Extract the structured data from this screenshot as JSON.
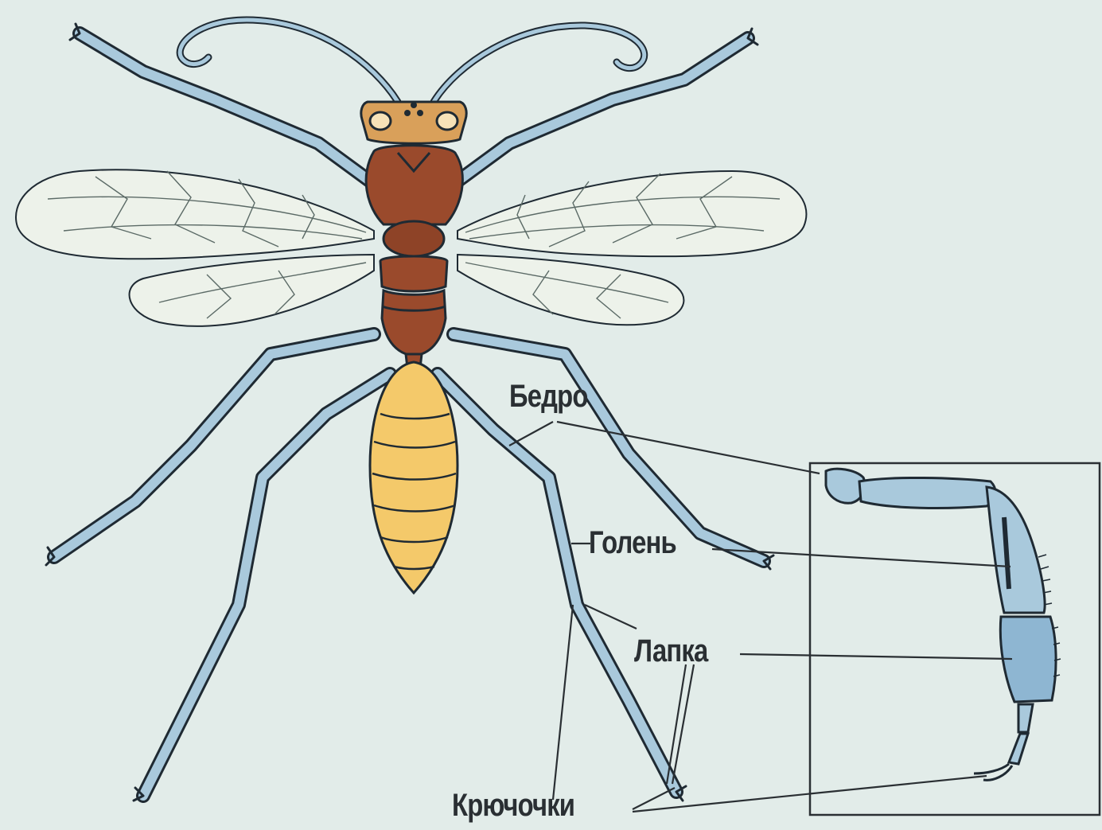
{
  "diagram": {
    "labels": {
      "femur": "Бедро",
      "tibia": "Голень",
      "tarsus": "Лапка",
      "hooks": "Крючочки"
    },
    "colors": {
      "background": "#e2ece9",
      "outline": "#1f2a33",
      "leg": "#a9c9dc",
      "leg_dark": "#7fa8c6",
      "thorax": "#9a4a2c",
      "head": "#d9a05a",
      "abdomen": "#f4c96a",
      "wing": "#eef3ea",
      "callout_line": "#2a2f33"
    },
    "icons": [
      "wasp-illustration",
      "leg-detail-illustration"
    ]
  }
}
